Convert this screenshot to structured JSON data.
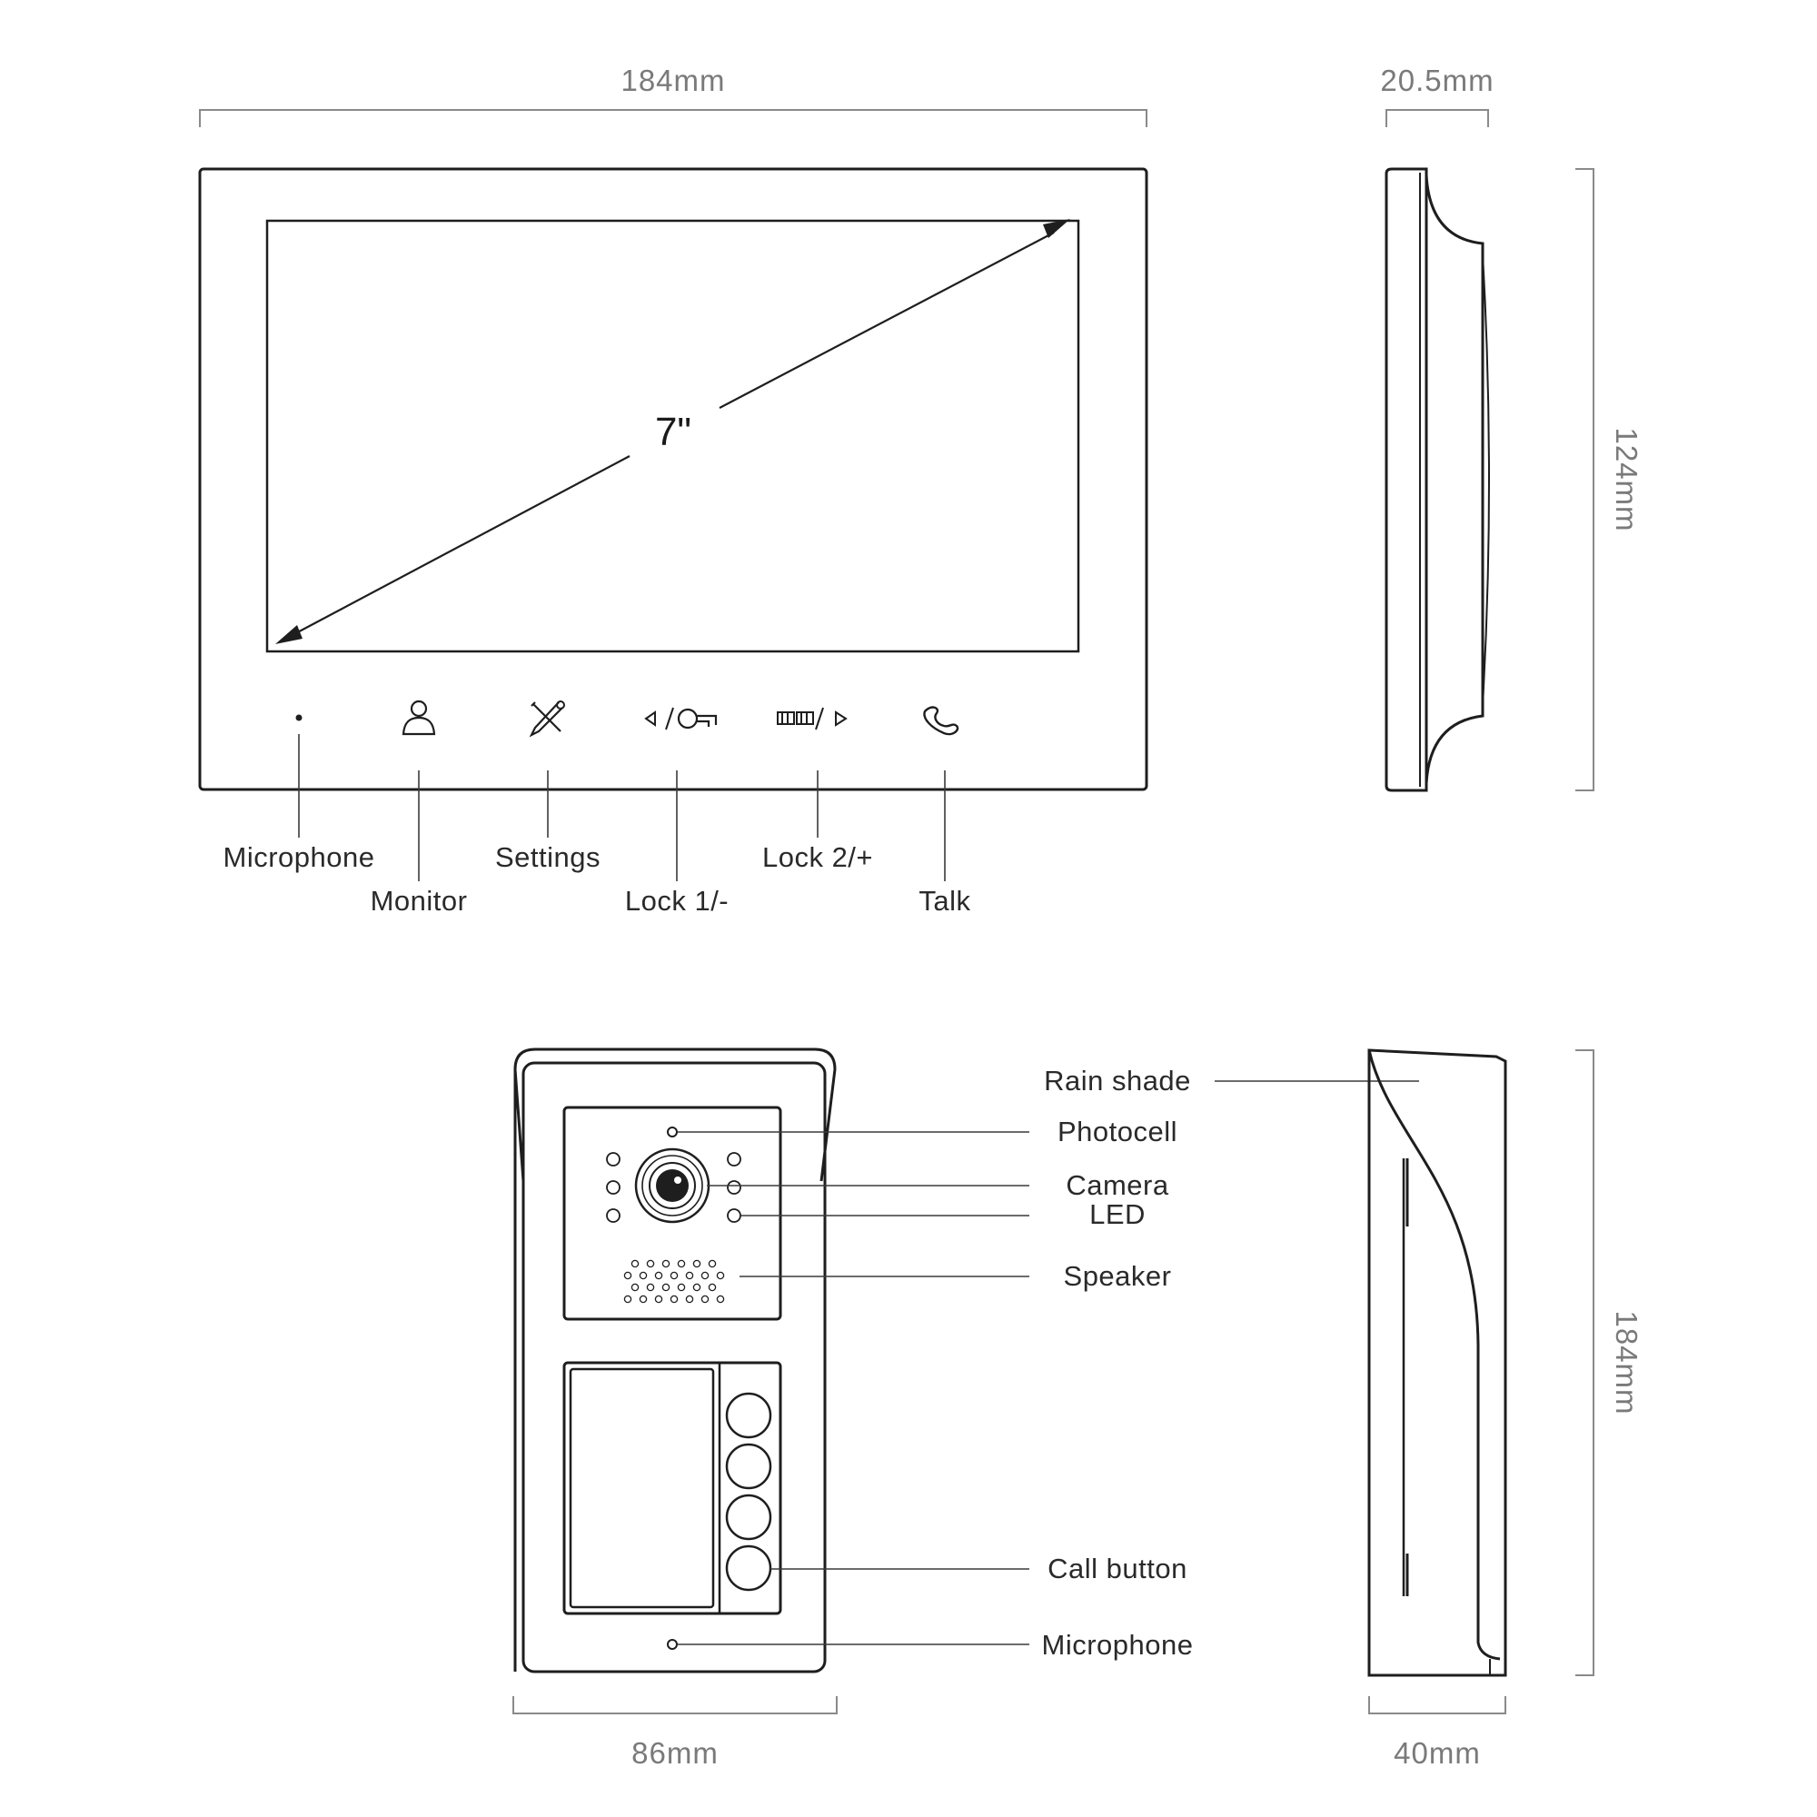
{
  "dimensions": {
    "monitor_width": "184mm",
    "monitor_depth": "20.5mm",
    "monitor_height": "124mm",
    "doorbell_width": "86mm",
    "doorbell_depth": "40mm",
    "doorbell_height": "184mm"
  },
  "monitor": {
    "screen_size": "7\"",
    "labels": {
      "microphone": "Microphone",
      "monitor": "Monitor",
      "settings": "Settings",
      "lock1": "Lock 1/-",
      "lock2": "Lock 2/+",
      "talk": "Talk"
    },
    "icons": [
      "microphone-dot-icon",
      "person-icon",
      "tools-icon",
      "key-icon",
      "gate-icon",
      "handset-icon"
    ]
  },
  "doorbell": {
    "labels": {
      "rain_shade": "Rain shade",
      "photocell": "Photocell",
      "camera": "Camera",
      "led": "LED",
      "speaker": "Speaker",
      "call_button": "Call button",
      "microphone": "Microphone"
    },
    "call_buttons": 4
  },
  "colors": {
    "line": "#1e1e1e",
    "dimension": "#8a8a8a",
    "text": "#2a2a2a"
  }
}
